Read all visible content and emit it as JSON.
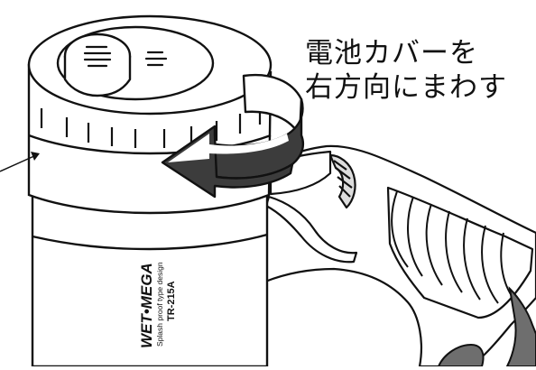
{
  "instruction": {
    "line1": "電池カバーを",
    "line2": "右方向にまわす"
  },
  "device": {
    "brand": "WET•MEGA",
    "tagline": "Splash proof type design",
    "model": "TR-215A"
  },
  "colors": {
    "ink": "#111111",
    "body_fill": "#ffffff",
    "grip_shade": "#6e6e6e",
    "arrow_dark": "#3c3c3c",
    "arrow_light": "#ffffff"
  }
}
